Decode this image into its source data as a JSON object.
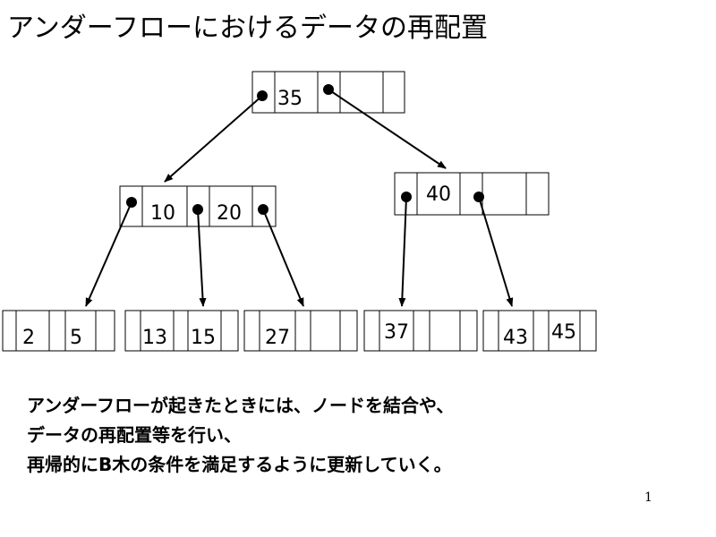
{
  "title": "アンダーフローにおけるデータの再配置",
  "tree": {
    "root": {
      "keys": [
        "35"
      ]
    },
    "level1": [
      {
        "keys": [
          "10",
          "20"
        ]
      },
      {
        "keys": [
          "40"
        ]
      }
    ],
    "leaves": [
      {
        "keys": [
          "2",
          "5"
        ]
      },
      {
        "keys": [
          "13",
          "15"
        ]
      },
      {
        "keys": [
          "27"
        ]
      },
      {
        "keys": [
          "37"
        ]
      },
      {
        "keys": [
          "43",
          "45"
        ]
      }
    ]
  },
  "caption": {
    "line1": "アンダーフローが起きたときには、ノードを結合や、",
    "line2": "データの再配置等を行い、",
    "line3": "再帰的にB木の条件を満足するように更新していく。"
  },
  "page_number": "1",
  "colors": {
    "line": "#000000",
    "background": "#ffffff"
  }
}
